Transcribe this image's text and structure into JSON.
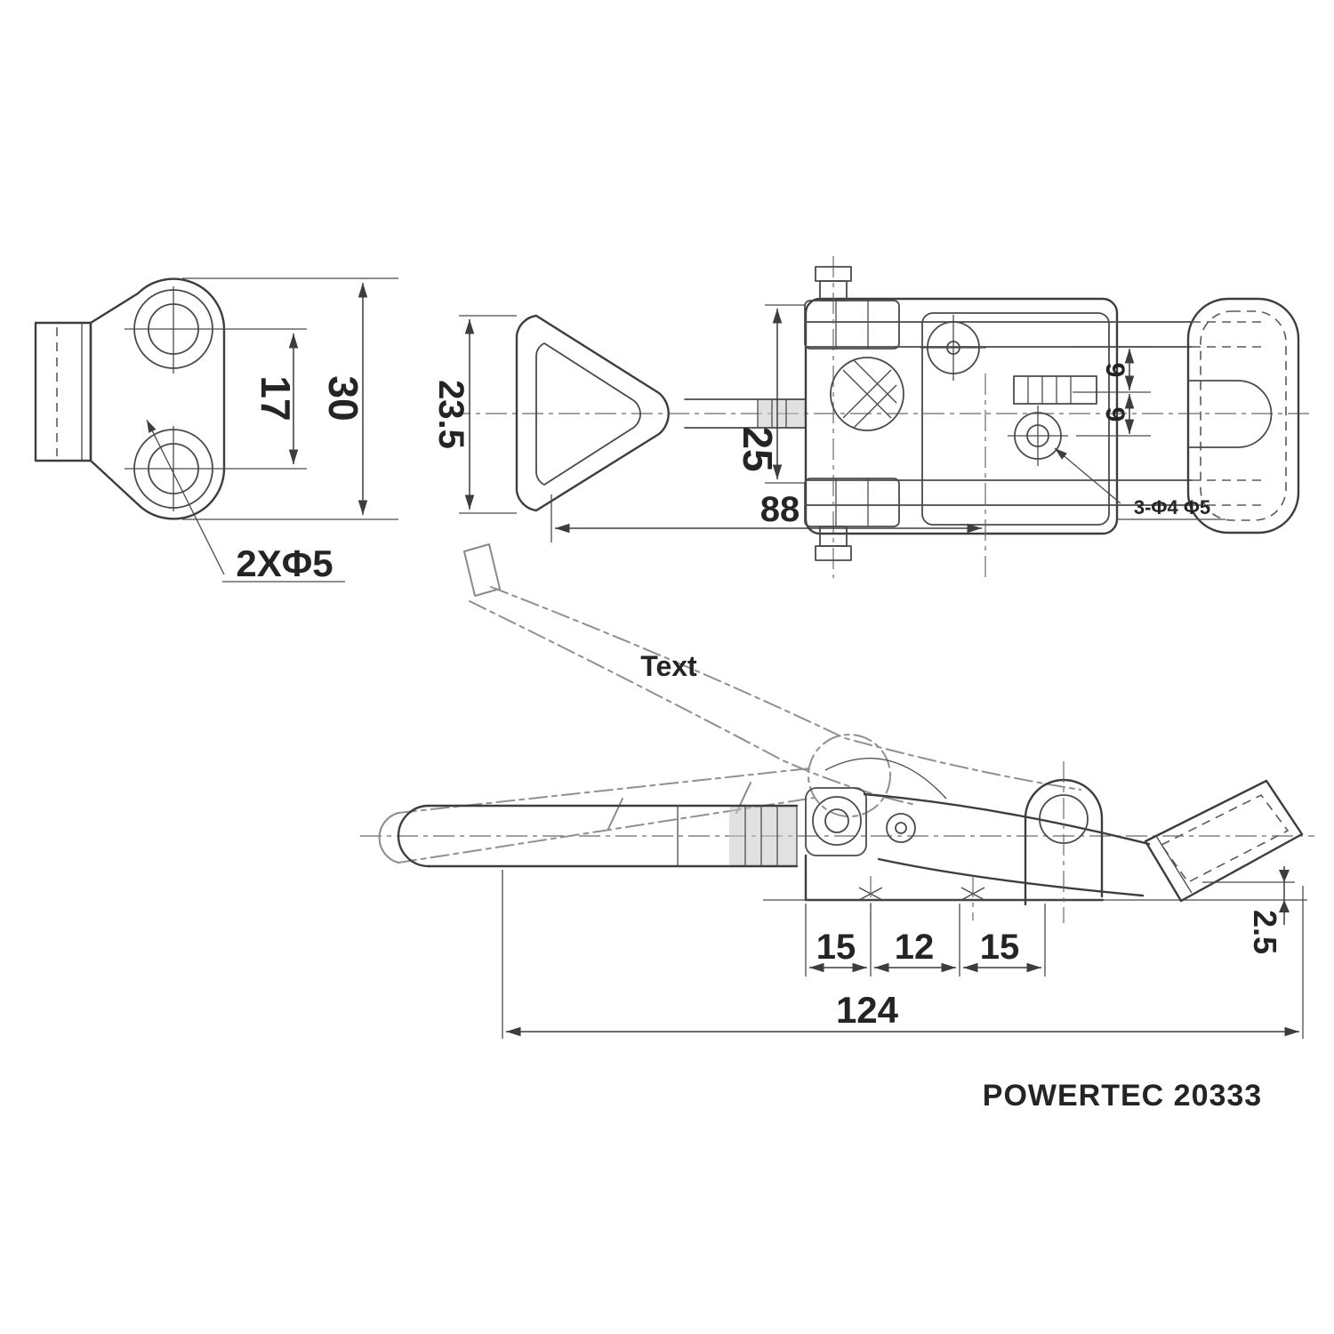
{
  "drawing": {
    "product_label": "POWERTEC 20333",
    "open_position_note": "Text",
    "end_view": {
      "hole_callout": "2XΦ5",
      "dim_hole_spacing": "17",
      "dim_height": "30"
    },
    "top_view": {
      "dim_handle_width": "23.5",
      "dim_body_width": "25",
      "dim_length_to_pivot": "88",
      "dim_offset_top": "9",
      "dim_offset_bottom": "9",
      "hole_callout": "3-Φ4 Φ5"
    },
    "side_view": {
      "dim_segment_1": "15",
      "dim_segment_2": "12",
      "dim_segment_3": "15",
      "dim_overall_length": "124",
      "dim_handle_clearance": "2.5"
    }
  }
}
